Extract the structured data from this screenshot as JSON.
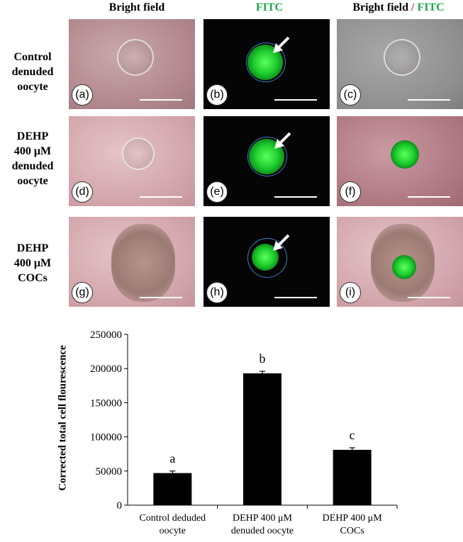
{
  "columns": {
    "bright_field": "Bright field",
    "fitc": "FITC",
    "merge_left": "Bright field",
    "merge_sep": "/",
    "merge_right": "FITC"
  },
  "rows": [
    {
      "label": [
        "Control",
        "denuded",
        "oocyte"
      ],
      "panels": [
        "(a)",
        "(b)",
        "(c)"
      ]
    },
    {
      "label": [
        "DEHP",
        "400 μM",
        "denuded",
        "oocyte"
      ],
      "panels": [
        "(d)",
        "(e)",
        "(f)"
      ]
    },
    {
      "label": [
        "DEHP",
        "400 μM",
        "COCs"
      ],
      "panels": [
        "(g)",
        "(h)",
        "(i)"
      ]
    }
  ],
  "chart_data": {
    "type": "bar",
    "categories": [
      "Control deduded oocyte",
      "DEHP 400 μM denuded oocyte",
      "DEHP 400 μM COCs"
    ],
    "category_lines": [
      [
        "Control deduded",
        "oocyte"
      ],
      [
        "DEHP 400 μM",
        "denuded oocyte"
      ],
      [
        "DEHP 400 μM",
        "COCs"
      ]
    ],
    "values": [
      47000,
      193000,
      81000
    ],
    "errors": [
      3000,
      3000,
      3000
    ],
    "annotations": [
      "a",
      "b",
      "c"
    ],
    "ylabel": "Corrected total cell flourescence",
    "xlabel": "",
    "ylim": [
      0,
      250000
    ],
    "yticks": [
      0,
      50000,
      100000,
      150000,
      200000,
      250000
    ],
    "bar_color": "#000000",
    "grid": false
  }
}
